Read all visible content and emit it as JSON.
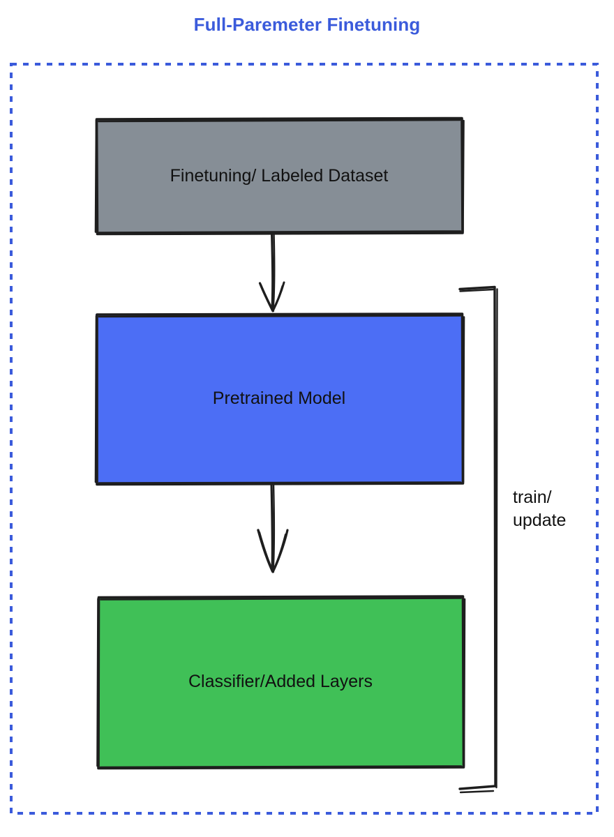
{
  "diagram": {
    "title": "Full-Paremeter Finetuning",
    "title_color": "#3b5bdb",
    "frame": {
      "style": "dashed",
      "color": "#3b5bdb"
    },
    "background": "#ffffff",
    "nodes": [
      {
        "id": "dataset",
        "label": "Finetuning/ Labeled Dataset",
        "fill": "#868e96",
        "stroke": "#1e1e1e",
        "text_color": "#111111"
      },
      {
        "id": "pretrained",
        "label": "Pretrained Model",
        "fill": "#4c6ef5",
        "stroke": "#1e1e1e",
        "text_color": "#111111"
      },
      {
        "id": "classifier",
        "label": "Classifier/Added Layers",
        "fill": "#40c057",
        "stroke": "#1e1e1e",
        "text_color": "#111111"
      }
    ],
    "edges": [
      {
        "id": "dataset-to-model",
        "from": "dataset",
        "to": "pretrained",
        "label": "",
        "arrowhead": true
      },
      {
        "id": "model-to-classifier",
        "from": "pretrained",
        "to": "classifier",
        "label": "",
        "arrowhead": true
      },
      {
        "id": "train-update-loop",
        "from": "classifier",
        "to": "pretrained",
        "label": "train/\nupdate",
        "arrowhead": false
      }
    ]
  }
}
